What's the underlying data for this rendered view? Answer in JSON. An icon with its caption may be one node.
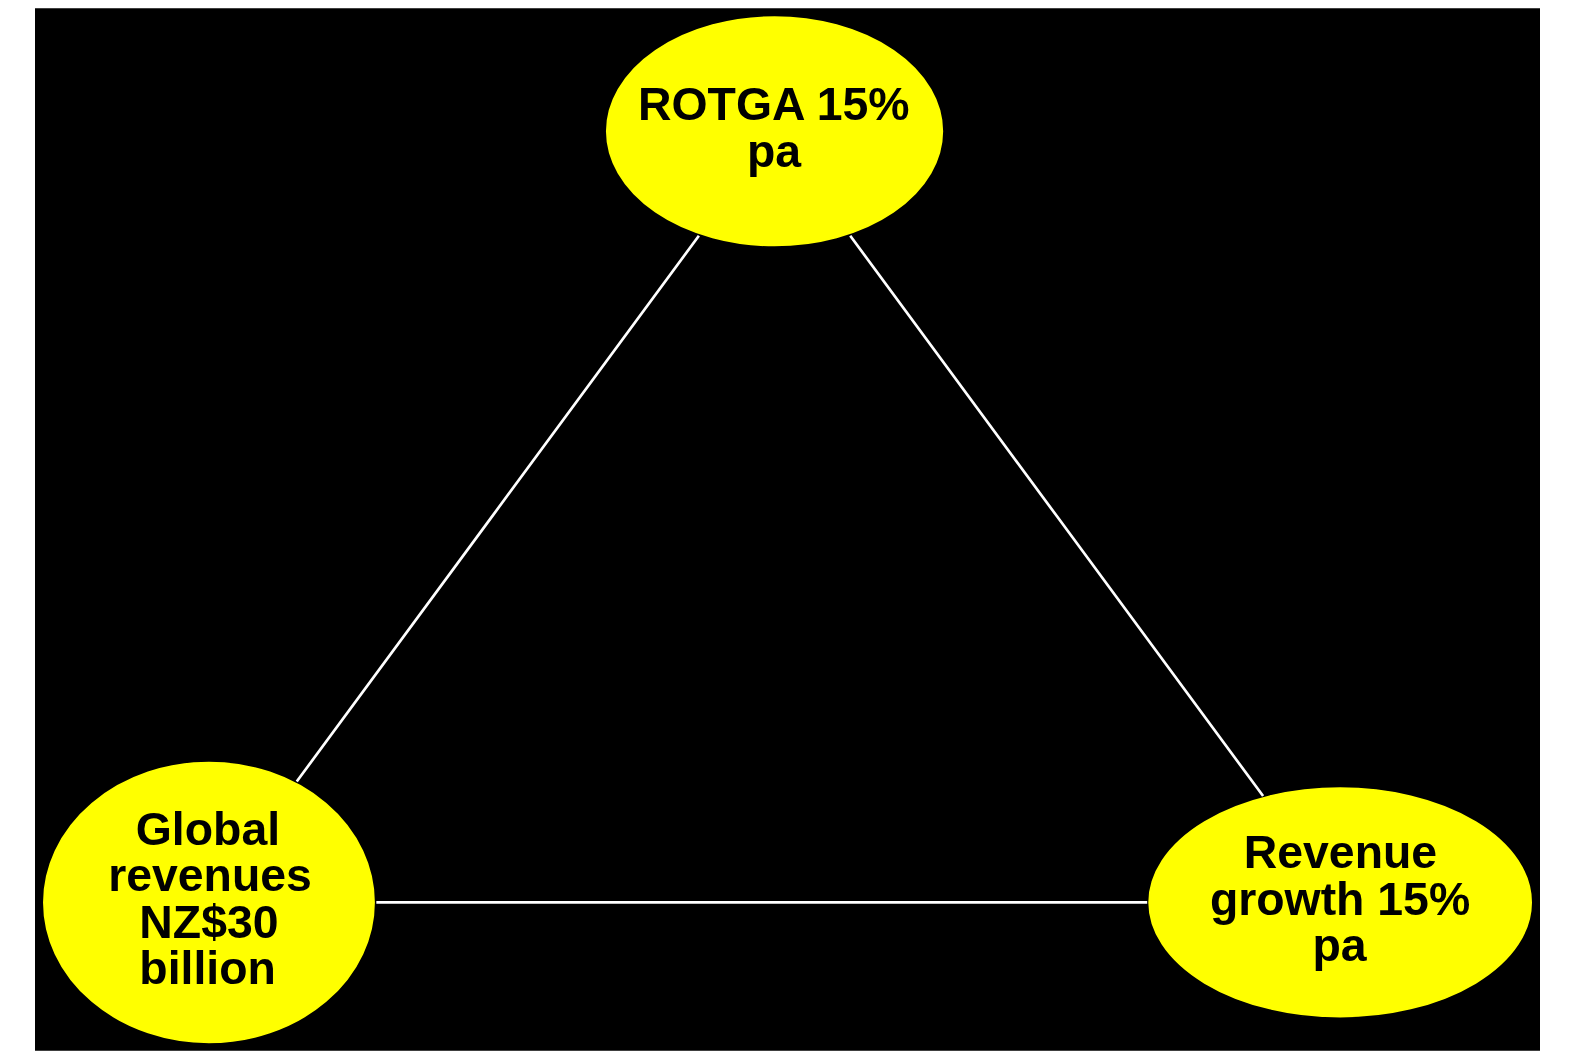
{
  "diagram": {
    "nodes": [
      {
        "text": [
          "ROTGA 15% pa"
        ]
      },
      {
        "text": [
          "Global revenues NZ$30 billion"
        ]
      },
      {
        "text": [
          "Revenue growth 15% pa"
        ]
      }
    ],
    "edges": [
      {
        "from": 0,
        "to": 1,
        "arrow": "none"
      },
      {
        "from": 0,
        "to": 2,
        "arrow": "none"
      },
      {
        "from": 1,
        "to": 2,
        "arrow": "none"
      }
    ]
  }
}
